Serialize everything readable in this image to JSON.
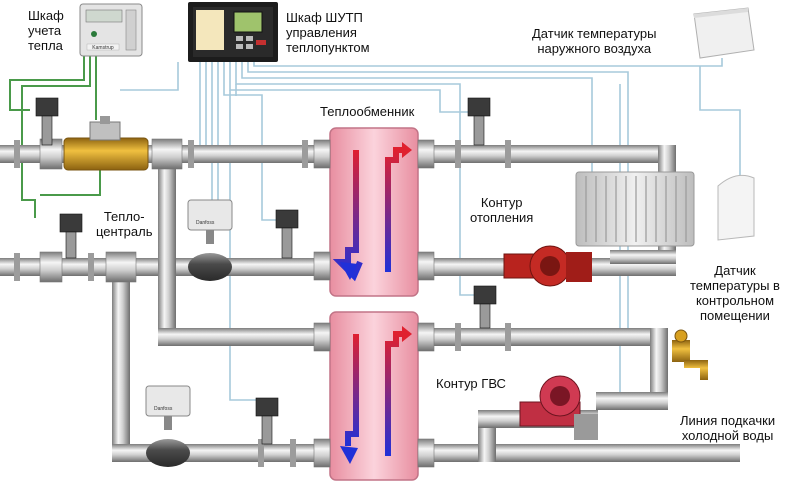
{
  "labels": {
    "heat_meter_cabinet": [
      "Шкаф",
      "учета",
      "тепла"
    ],
    "control_cabinet": [
      "Шкаф ШУТП",
      "управления",
      "теплопунктом"
    ],
    "outdoor_sensor": [
      "Датчик температуры",
      "наружного воздуха"
    ],
    "heat_exchanger": "Теплообменник",
    "heating_plant": [
      "Тепло-",
      "централь"
    ],
    "heating_circuit": [
      "Контур",
      "отопления"
    ],
    "room_sensor": [
      "Датчик",
      "температуры в",
      "контрольном",
      "помещении"
    ],
    "hot_water_circuit": "Контур ГВС",
    "cold_water_line": [
      "Линия подкачки",
      "холодной воды"
    ]
  },
  "device_text": {
    "meter_brand": "Kamstrup",
    "valve_actuator_mark": "Danfoss"
  },
  "colors": {
    "pipe_light": "#f2f2f2",
    "pipe_dark": "#8a8a8a",
    "exchanger_fill": "#f4b8c4",
    "arrow_hot": "#e0202f",
    "arrow_cold": "#2030d8",
    "signal_wire": "#9cc4d8",
    "meter_wire": "#4a9a4a",
    "brass": "#d8a020",
    "pump_red": "#b8231e"
  }
}
